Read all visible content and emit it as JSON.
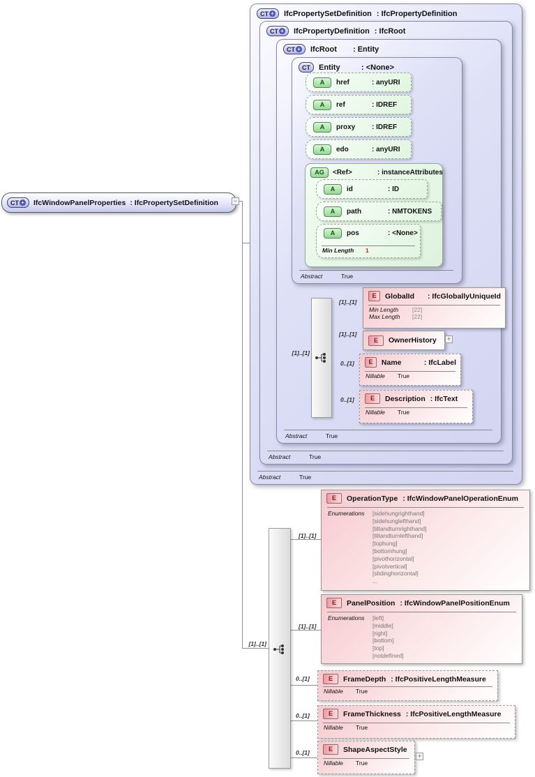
{
  "colors": {
    "purple_fill": "#dfe1f7",
    "green_fill": "#e1f5e1",
    "pink_fill": "#f6c9ce",
    "line": "#8d8d9d",
    "red_value": "#cc2222"
  },
  "root_element": {
    "icon": "CT",
    "icon_plus": "+",
    "name": "IfcWindowPanelProperties",
    "type": ": IfcPropertySetDefinition",
    "collapse_glyph": "−"
  },
  "pset_box": {
    "icon": "CT",
    "icon_plus": "+",
    "name": "IfcPropertySetDefinition",
    "type": ": IfcPropertyDefinition",
    "abstract": {
      "label": "Abstract",
      "value": "True"
    }
  },
  "pdef_box": {
    "icon": "CT",
    "icon_plus": "+",
    "name": "IfcPropertyDefinition",
    "type": ": IfcRoot",
    "abstract": {
      "label": "Abstract",
      "value": "True"
    }
  },
  "ifcroot_box": {
    "icon": "CT",
    "icon_plus": "+",
    "name": "IfcRoot",
    "type": ": Entity",
    "abstract": {
      "label": "Abstract",
      "value": "True"
    }
  },
  "entity_box": {
    "icon": "CT",
    "name": "Entity",
    "type": ": <None>",
    "abstract": {
      "label": "Abstract",
      "value": "True"
    }
  },
  "entity_attrs": [
    {
      "icon": "A",
      "name": "href",
      "type": ": anyURI"
    },
    {
      "icon": "A",
      "name": "ref",
      "type": ": IDREF"
    },
    {
      "icon": "A",
      "name": "proxy",
      "type": ": IDREF"
    },
    {
      "icon": "A",
      "name": "edo",
      "type": ": anyURI"
    }
  ],
  "ref_group": {
    "icon": "AG",
    "name": "<Ref>",
    "type": ": instanceAttributes",
    "attrs": [
      {
        "icon": "A",
        "name": "id",
        "type": ": ID"
      },
      {
        "icon": "A",
        "name": "path",
        "type": ": NMTOKENS"
      },
      {
        "icon": "A",
        "name": "pos",
        "type": ": <None>",
        "facet": {
          "label": "Min Length",
          "value": "1"
        }
      }
    ]
  },
  "mid_group": {
    "cardinality": "[1]..[1]",
    "children": [
      {
        "cardinality": "[1]..[1]",
        "icon": "E",
        "name": "GlobalId",
        "type": ": IfcGloballyUniqueId",
        "facets": [
          {
            "label": "Min Length",
            "value": "[22]"
          },
          {
            "label": "Max Length",
            "value": "[22]"
          }
        ]
      },
      {
        "cardinality": "[1]..[1]",
        "icon": "E",
        "name": "OwnerHistory",
        "expand_glyph": "+"
      },
      {
        "cardinality": "0..[1]",
        "icon": "E",
        "name": "Name",
        "type": ": IfcLabel",
        "facets": [
          {
            "label": "Nillable",
            "value": "True"
          }
        ]
      },
      {
        "cardinality": "0..[1]",
        "icon": "E",
        "name": "Description",
        "type": ": IfcText",
        "facets": [
          {
            "label": "Nillable",
            "value": "True"
          }
        ]
      }
    ]
  },
  "bottom_group": {
    "cardinality": "[1]..[1]",
    "children": [
      {
        "cardinality": "[1]..[1]",
        "icon": "E",
        "name": "OperationType",
        "type": ": IfcWindowPanelOperationEnum",
        "enum_label": "Enumerations",
        "enums": [
          "[sidehungrighthand]",
          "[sidehunglefthand]",
          "[tiltandturnrighthand]",
          "[tiltandturnlefthand]",
          "[tophung]",
          "[bottomhung]",
          "[pivothorizontal]",
          "[pivotvertical]",
          "[slidinghorizontal]",
          "..."
        ]
      },
      {
        "cardinality": "[1]..[1]",
        "icon": "E",
        "name": "PanelPosition",
        "type": ": IfcWindowPanelPositionEnum",
        "enum_label": "Enumerations",
        "enums": [
          "[left]",
          "[middle]",
          "[right]",
          "[bottom]",
          "[top]",
          "[notdefined]"
        ]
      },
      {
        "cardinality": "0..[1]",
        "icon": "E",
        "name": "FrameDepth",
        "type": ": IfcPositiveLengthMeasure",
        "facets": [
          {
            "label": "Nillable",
            "value": "True"
          }
        ]
      },
      {
        "cardinality": "0..[1]",
        "icon": "E",
        "name": "FrameThickness",
        "type": ": IfcPositiveLengthMeasure",
        "facets": [
          {
            "label": "Nillable",
            "value": "True"
          }
        ]
      },
      {
        "cardinality": "0..[1]",
        "icon": "E",
        "name": "ShapeAspectStyle",
        "facets": [
          {
            "label": "Nillable",
            "value": "True"
          }
        ],
        "expand_glyph": "+"
      }
    ]
  }
}
